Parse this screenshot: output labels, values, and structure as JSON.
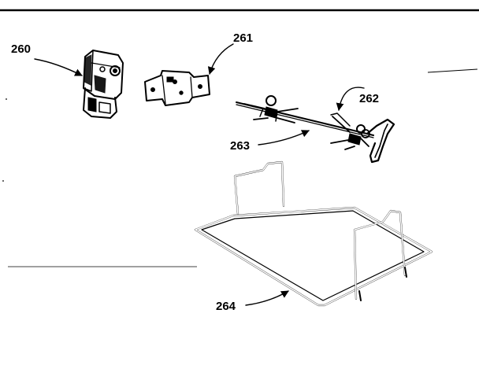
{
  "parts": [
    {
      "id": "motor",
      "number": "260",
      "icon": "rotisserie-motor-icon"
    },
    {
      "id": "bracket",
      "number": "261",
      "icon": "mounting-bracket-icon"
    },
    {
      "id": "fork",
      "number": "262",
      "icon": "spit-fork-icon"
    },
    {
      "id": "spit",
      "number": "263",
      "icon": "spit-rod-icon"
    },
    {
      "id": "rack",
      "number": "264",
      "icon": "wire-rack-icon"
    }
  ],
  "colors": {
    "ink": "#000000",
    "paper": "#ffffff"
  }
}
